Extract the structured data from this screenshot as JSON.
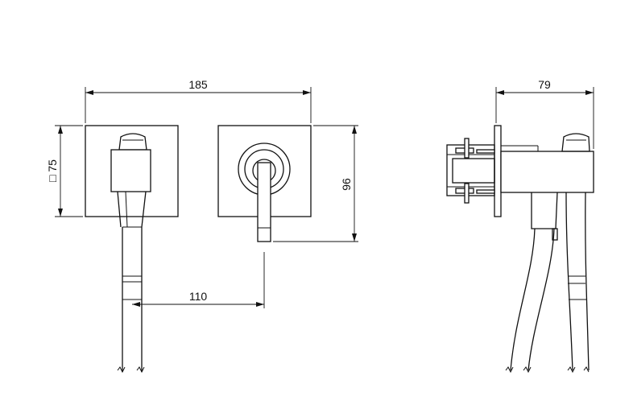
{
  "dimensions": {
    "overall_width": "185",
    "plate_size": "□ 75",
    "height": "96",
    "spacing": "110",
    "depth": "79"
  }
}
